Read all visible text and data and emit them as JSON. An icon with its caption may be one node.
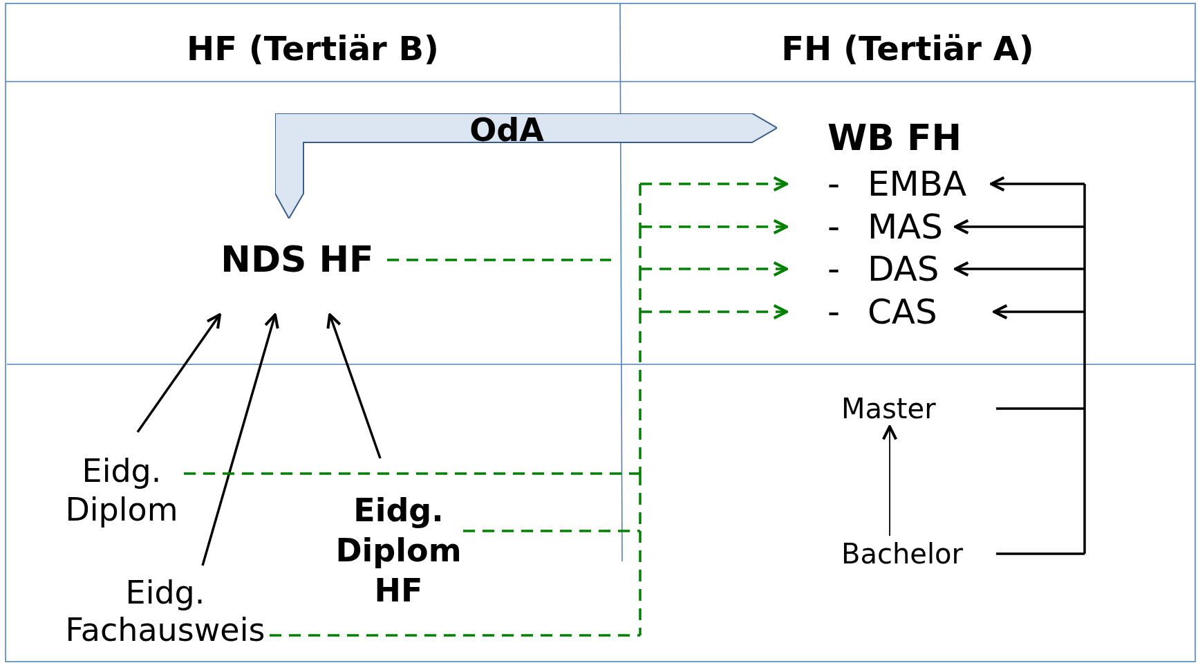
{
  "diagram": {
    "nodes": [
      {
        "text": [
          "OdA"
        ]
      },
      {
        "text": [
          "NDS HF"
        ]
      },
      {
        "text": [
          "- EMBA"
        ]
      },
      {
        "text": [
          "- MAS"
        ]
      },
      {
        "text": [
          "- DAS"
        ]
      },
      {
        "text": [
          "- CAS"
        ]
      },
      {
        "text": [
          "Master"
        ]
      },
      {
        "text": [
          "Bachelor"
        ]
      },
      {
        "text": [
          "Eidg. Diplom"
        ]
      },
      {
        "text": [
          "Eidg. Diplom HF"
        ]
      },
      {
        "text": [
          "Eidg. Fachausweis"
        ]
      }
    ],
    "edges": [
      {
        "from": 8,
        "to": 1,
        "arrow": "to",
        "color": "#000000"
      },
      {
        "from": 10,
        "to": 1,
        "arrow": "to",
        "color": "#000000"
      },
      {
        "from": 9,
        "to": 1,
        "arrow": "to",
        "color": "#000000"
      },
      {
        "from": 1,
        "to": null,
        "arrow": "none",
        "style": "dashed"
      },
      {
        "from": 8,
        "to": 2,
        "arrow": "to",
        "style": "dashed"
      },
      {
        "from": 8,
        "to": 3,
        "arrow": "to",
        "style": "dashed"
      },
      {
        "from": 8,
        "to": 4,
        "arrow": "to",
        "style": "dashed"
      },
      {
        "from": 8,
        "to": 5,
        "arrow": "to",
        "style": "dashed"
      },
      {
        "from": 9,
        "to": 2,
        "arrow": "to",
        "style": "dashed"
      },
      {
        "from": 9,
        "to": 3,
        "arrow": "to",
        "style": "dashed"
      },
      {
        "from": 9,
        "to": 4,
        "arrow": "to",
        "style": "dashed"
      },
      {
        "from": 9,
        "to": 5,
        "arrow": "to",
        "style": "dashed"
      },
      {
        "from": 10,
        "to": 2,
        "arrow": "to",
        "style": "dashed"
      },
      {
        "from": 10,
        "to": 3,
        "arrow": "to",
        "style": "dashed"
      },
      {
        "from": 10,
        "to": 4,
        "arrow": "to",
        "style": "dashed"
      },
      {
        "from": 10,
        "to": 5,
        "arrow": "to",
        "style": "dashed"
      },
      {
        "from": 6,
        "to": 2,
        "arrow": "to",
        "color": "#000000"
      },
      {
        "from": 6,
        "to": 3,
        "arrow": "to",
        "color": "#000000"
      },
      {
        "from": 6,
        "to": 4,
        "arrow": "to",
        "color": "#000000"
      },
      {
        "from": 6,
        "to": 5,
        "arrow": "to",
        "color": "#000000"
      },
      {
        "from": 7,
        "to": 2,
        "arrow": "to",
        "color": "#000000"
      },
      {
        "from": 7,
        "to": 3,
        "arrow": "to",
        "color": "#000000"
      },
      {
        "from": 7,
        "to": 4,
        "arrow": "to",
        "color": "#000000"
      },
      {
        "from": 7,
        "to": 5,
        "arrow": "to",
        "color": "#000000"
      },
      {
        "from": 7,
        "to": 6,
        "arrow": "to",
        "color": "#000000"
      }
    ],
    "labels": [
      "HF (Tertiär B)",
      "FH (Tertiär A)",
      "WB FH"
    ]
  }
}
